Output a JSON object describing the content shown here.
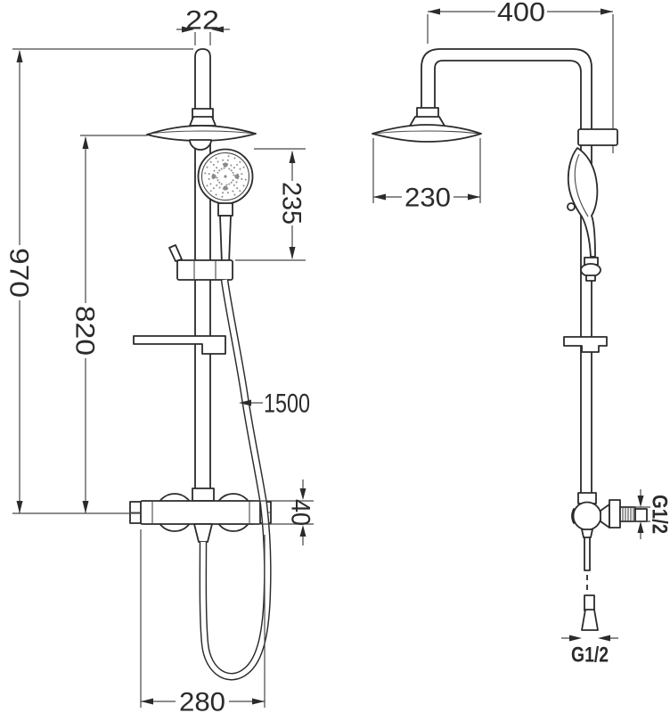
{
  "title": "Shower column set technical dimension drawing",
  "views": {
    "front": {
      "dimensions": {
        "pipe_diameter": "22",
        "total_height": "970",
        "column_height": "820",
        "hand_shower_length": "235",
        "hose_length": "1500",
        "mixer_height": "40",
        "mixer_width": "280"
      }
    },
    "side": {
      "dimensions": {
        "arm_width": "400",
        "head_diameter": "230",
        "side_connection": "G1/2",
        "bottom_connection": "G1/2"
      }
    }
  },
  "colors": {
    "line": "#2b2b2b",
    "thin_line": "#474747",
    "nozzle_gray": "#8a8a8a",
    "background": "#ffffff"
  }
}
